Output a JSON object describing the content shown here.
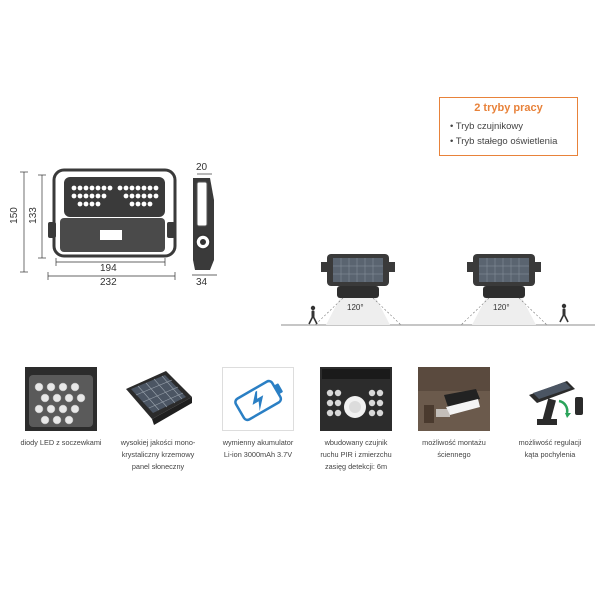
{
  "dimensions": {
    "height_total": "150",
    "height_body": "133",
    "width_body": "194",
    "width_total": "232",
    "depth_top": "20",
    "depth_bottom": "34"
  },
  "modes": {
    "title": "2 tryby pracy",
    "items": [
      "• Tryb czujnikowy",
      "• Tryb stałego oświetlenia"
    ]
  },
  "scenes": {
    "angle_left": "120°",
    "angle_right": "120°"
  },
  "features": [
    {
      "caption": "diody LED z soczewkami"
    },
    {
      "caption": "wysokiej jakości mono-\nkrystaliczny krzemowy\npanel słoneczny"
    },
    {
      "caption": "wymienny akumulator\nLi-ion  3000mAh 3.7V"
    },
    {
      "caption": "wbudowany czujnik\nruchu PIR i zmierzchu\nzasięg detekcji: 6m"
    },
    {
      "caption": "możliwość montażu\nściennego"
    },
    {
      "caption": "możliwość regulacji\nkąta pochylenia"
    }
  ],
  "colors": {
    "accent": "#e8823a",
    "device_dark": "#3a3a3a",
    "battery_blue": "#2a7fc4"
  }
}
